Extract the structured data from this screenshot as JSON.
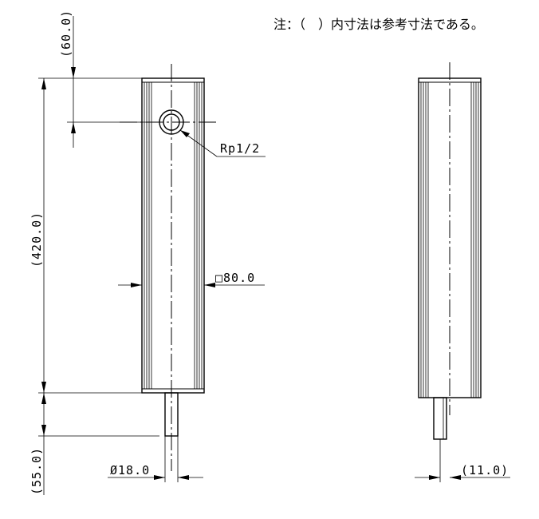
{
  "note": "注：（　）内寸法は参考寸法である。",
  "dimensions": {
    "top_offset": "(60.0)",
    "height": "(420.0)",
    "bottom_pipe": "(55.0)",
    "thread": "Rp1/2",
    "square": "□80.0",
    "pipe_diameter": "Ø18.0",
    "side_offset": "(11.0)"
  }
}
